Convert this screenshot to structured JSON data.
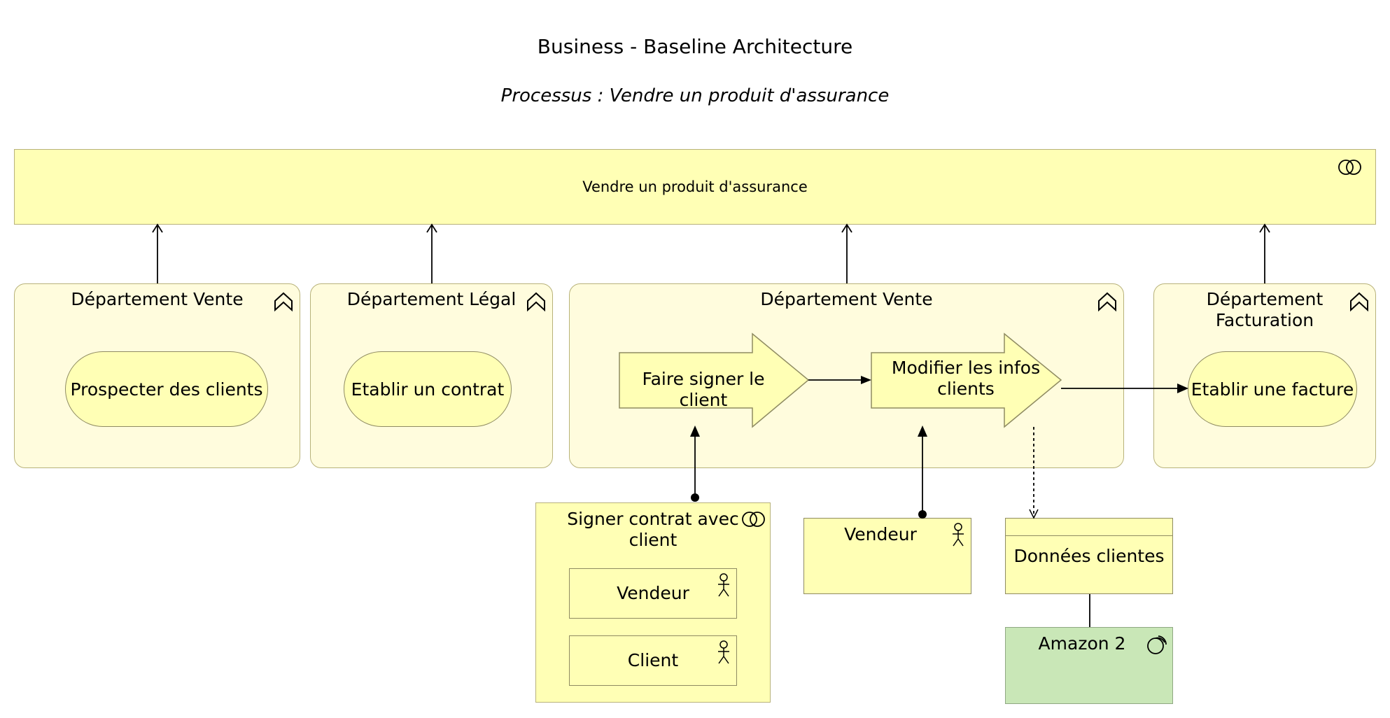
{
  "header": {
    "title": "Business - Baseline Architecture",
    "subtitle": "Processus : Vendre un produit d'assurance"
  },
  "top_collaboration": {
    "label": "Vendre un produit d'assurance",
    "icon": "collaboration-icon"
  },
  "departments": [
    {
      "label": "Département Vente",
      "icon": "role-icon",
      "function": "Prospecter des clients"
    },
    {
      "label": "Département Légal",
      "icon": "role-icon",
      "function": "Etablir un contrat"
    },
    {
      "label": "Département Vente",
      "icon": "role-icon",
      "processes": [
        "Faire signer le client",
        "Modifier les infos clients"
      ]
    },
    {
      "label": "Département Facturation",
      "icon": "role-icon",
      "function": "Etablir une facture"
    }
  ],
  "collaboration_box": {
    "label": "Signer contrat avec client",
    "icon": "collaboration-icon",
    "actors": [
      "Vendeur",
      "Client"
    ]
  },
  "actor_vendeur": {
    "label": "Vendeur",
    "icon": "actor-icon"
  },
  "data_object": {
    "label": "Données clientes"
  },
  "tech_service": {
    "label": "Amazon 2",
    "icon": "service-icon"
  },
  "colors": {
    "business": "#ffffb5",
    "department_bg": "#fffcdd",
    "technology": "#c9e7b7",
    "border": "#b8b27a"
  }
}
